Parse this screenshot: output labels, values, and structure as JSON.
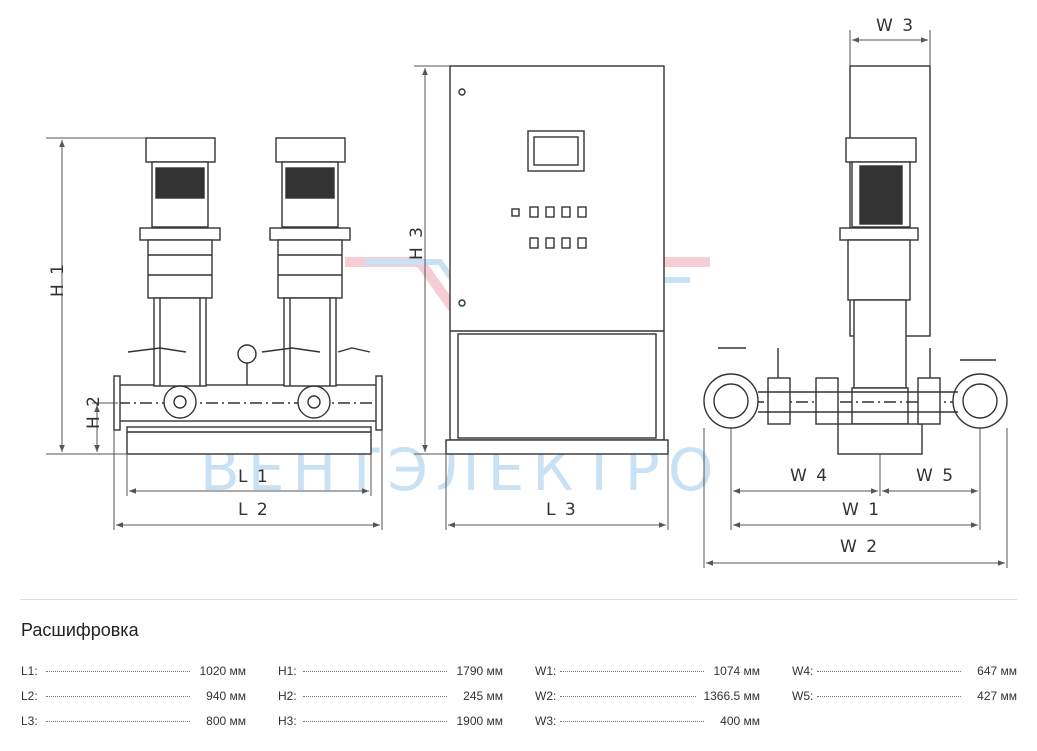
{
  "watermark": {
    "text": "ВЕНТЭЛЕКТРО",
    "color_red": "#f0a3b3",
    "color_blue": "#9ec9ee"
  },
  "dimensions": {
    "front": {
      "L1": "L 1",
      "L2": "L 2",
      "H1": "H 1",
      "H2": "H 2"
    },
    "cabinet": {
      "L3": "L 3",
      "H3": "H 3"
    },
    "side": {
      "W1": "W 1",
      "W2": "W 2",
      "W3": "W 3",
      "W4": "W 4",
      "W5": "W 5"
    }
  },
  "legend": {
    "title": "Расшифровка",
    "columns": [
      [
        {
          "label": "L1:",
          "value": "1020 мм"
        },
        {
          "label": "L2:",
          "value": "940 мм"
        },
        {
          "label": "L3:",
          "value": "800 мм"
        }
      ],
      [
        {
          "label": "H1:",
          "value": "1790 мм"
        },
        {
          "label": "H2:",
          "value": "245 мм"
        },
        {
          "label": "H3:",
          "value": "1900 мм"
        }
      ],
      [
        {
          "label": "W1:",
          "value": "1074 мм"
        },
        {
          "label": "W2:",
          "value": "1366.5 мм"
        },
        {
          "label": "W3:",
          "value": "400 мм"
        }
      ],
      [
        {
          "label": "W4:",
          "value": "647 мм"
        },
        {
          "label": "W5:",
          "value": "427 мм"
        }
      ]
    ]
  },
  "colors": {
    "line": "#333333",
    "dim": "#555555",
    "panel": "#ffffff",
    "divider": "#dddddd"
  }
}
